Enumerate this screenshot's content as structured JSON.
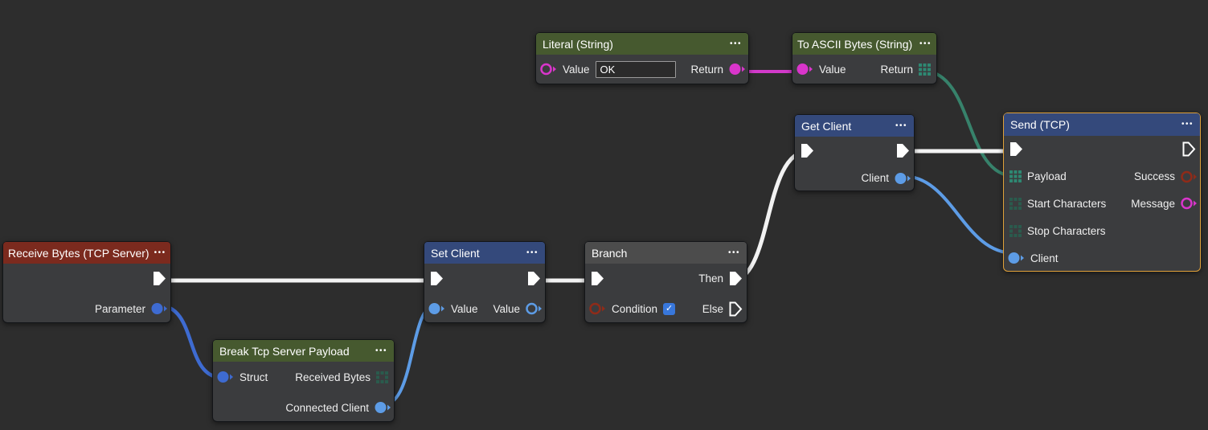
{
  "app": {
    "type": "visual-scripting-node-graph"
  },
  "colors": {
    "canvas_bg": "#2d2d2d",
    "node_body": "#3b3c3e",
    "header_green": "#46592f",
    "header_blue": "#34497b",
    "header_red": "#7b2a1e",
    "header_gray": "#4c4c4c",
    "selection_orange": "#e0a139",
    "exec_white": "#f2f2f2",
    "string_magenta": "#d23aca",
    "bytes_teal": "#2e8872",
    "bytes_teal_dim": "#2a5b4d",
    "client_blue": "#5d9ce6",
    "struct_blue": "#3e6bd1",
    "error_red": "#8f2b19",
    "checkbox_blue": "#3877db"
  },
  "common": {
    "menu_glyph": "•••",
    "check_glyph": "✓"
  },
  "nodes": {
    "literal": {
      "title": "Literal (String)",
      "value_label": "Value",
      "value_input": "OK",
      "return_label": "Return"
    },
    "to_ascii": {
      "title": "To ASCII Bytes (String)",
      "value_label": "Value",
      "return_label": "Return"
    },
    "get_client": {
      "title": "Get Client",
      "client_label": "Client"
    },
    "send": {
      "title": "Send (TCP)",
      "payload_label": "Payload",
      "start_label": "Start Characters",
      "stop_label": "Stop Characters",
      "client_label": "Client",
      "success_label": "Success",
      "message_label": "Message",
      "selected": true
    },
    "receive": {
      "title": "Receive Bytes (TCP Server)",
      "parameter_label": "Parameter"
    },
    "set_client": {
      "title": "Set Client",
      "value_in_label": "Value",
      "value_out_label": "Value"
    },
    "branch": {
      "title": "Branch",
      "condition_label": "Condition",
      "condition_checked": true,
      "then_label": "Then",
      "else_label": "Else"
    },
    "break_payload": {
      "title": "Break Tcp Server Payload",
      "struct_label": "Struct",
      "received_bytes_label": "Received Bytes",
      "connected_client_label": "Connected Client"
    }
  },
  "wires": [
    {
      "from": "Literal (String).Return",
      "to": "To ASCII Bytes (String).Value",
      "type": "string"
    },
    {
      "from": "To ASCII Bytes (String).Return",
      "to": "Send (TCP).Payload",
      "type": "bytes"
    },
    {
      "from": "Receive Bytes (TCP Server).Parameter",
      "to": "Break Tcp Server Payload.Struct",
      "type": "struct"
    },
    {
      "from": "Break Tcp Server Payload.Connected Client",
      "to": "Set Client.Value",
      "type": "client"
    },
    {
      "from": "Get Client.Client",
      "to": "Send (TCP).Client",
      "type": "client"
    },
    {
      "from": "Receive Bytes (TCP Server).exec-out",
      "to": "Set Client.exec-in",
      "type": "exec"
    },
    {
      "from": "Set Client.exec-out",
      "to": "Branch.exec-in",
      "type": "exec"
    },
    {
      "from": "Branch.Then",
      "to": "Get Client.exec-in",
      "type": "exec"
    },
    {
      "from": "Get Client.exec-out",
      "to": "Send (TCP).exec-in",
      "type": "exec"
    }
  ]
}
